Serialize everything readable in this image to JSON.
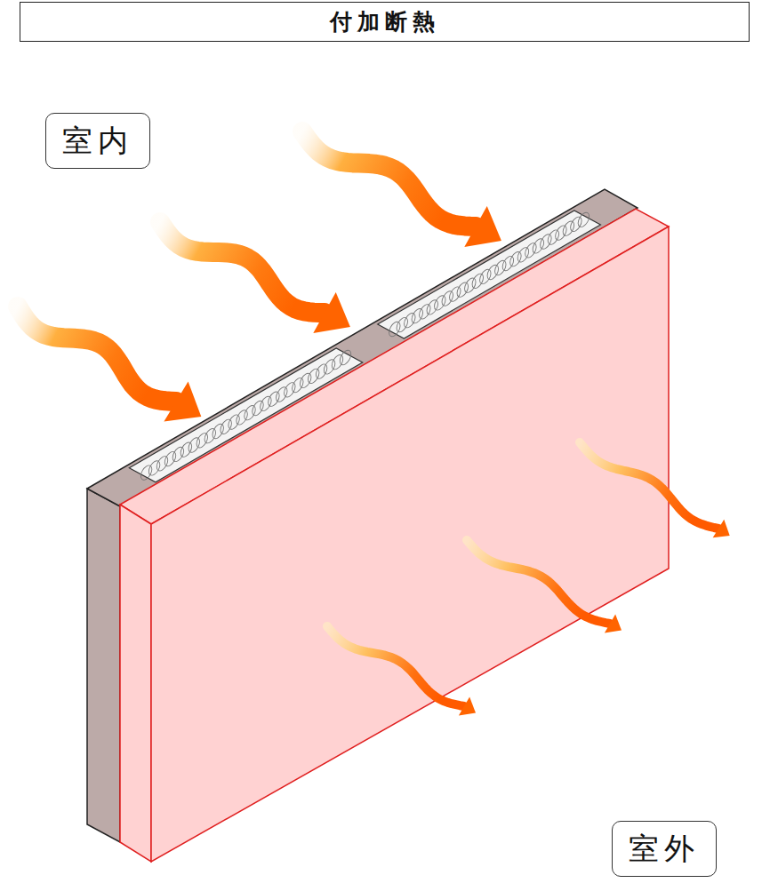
{
  "diagram": {
    "title": "付加断熱",
    "nodes": [
      {
        "text": [
          "室内"
        ]
      },
      {
        "text": [
          "室外"
        ]
      }
    ]
  }
}
